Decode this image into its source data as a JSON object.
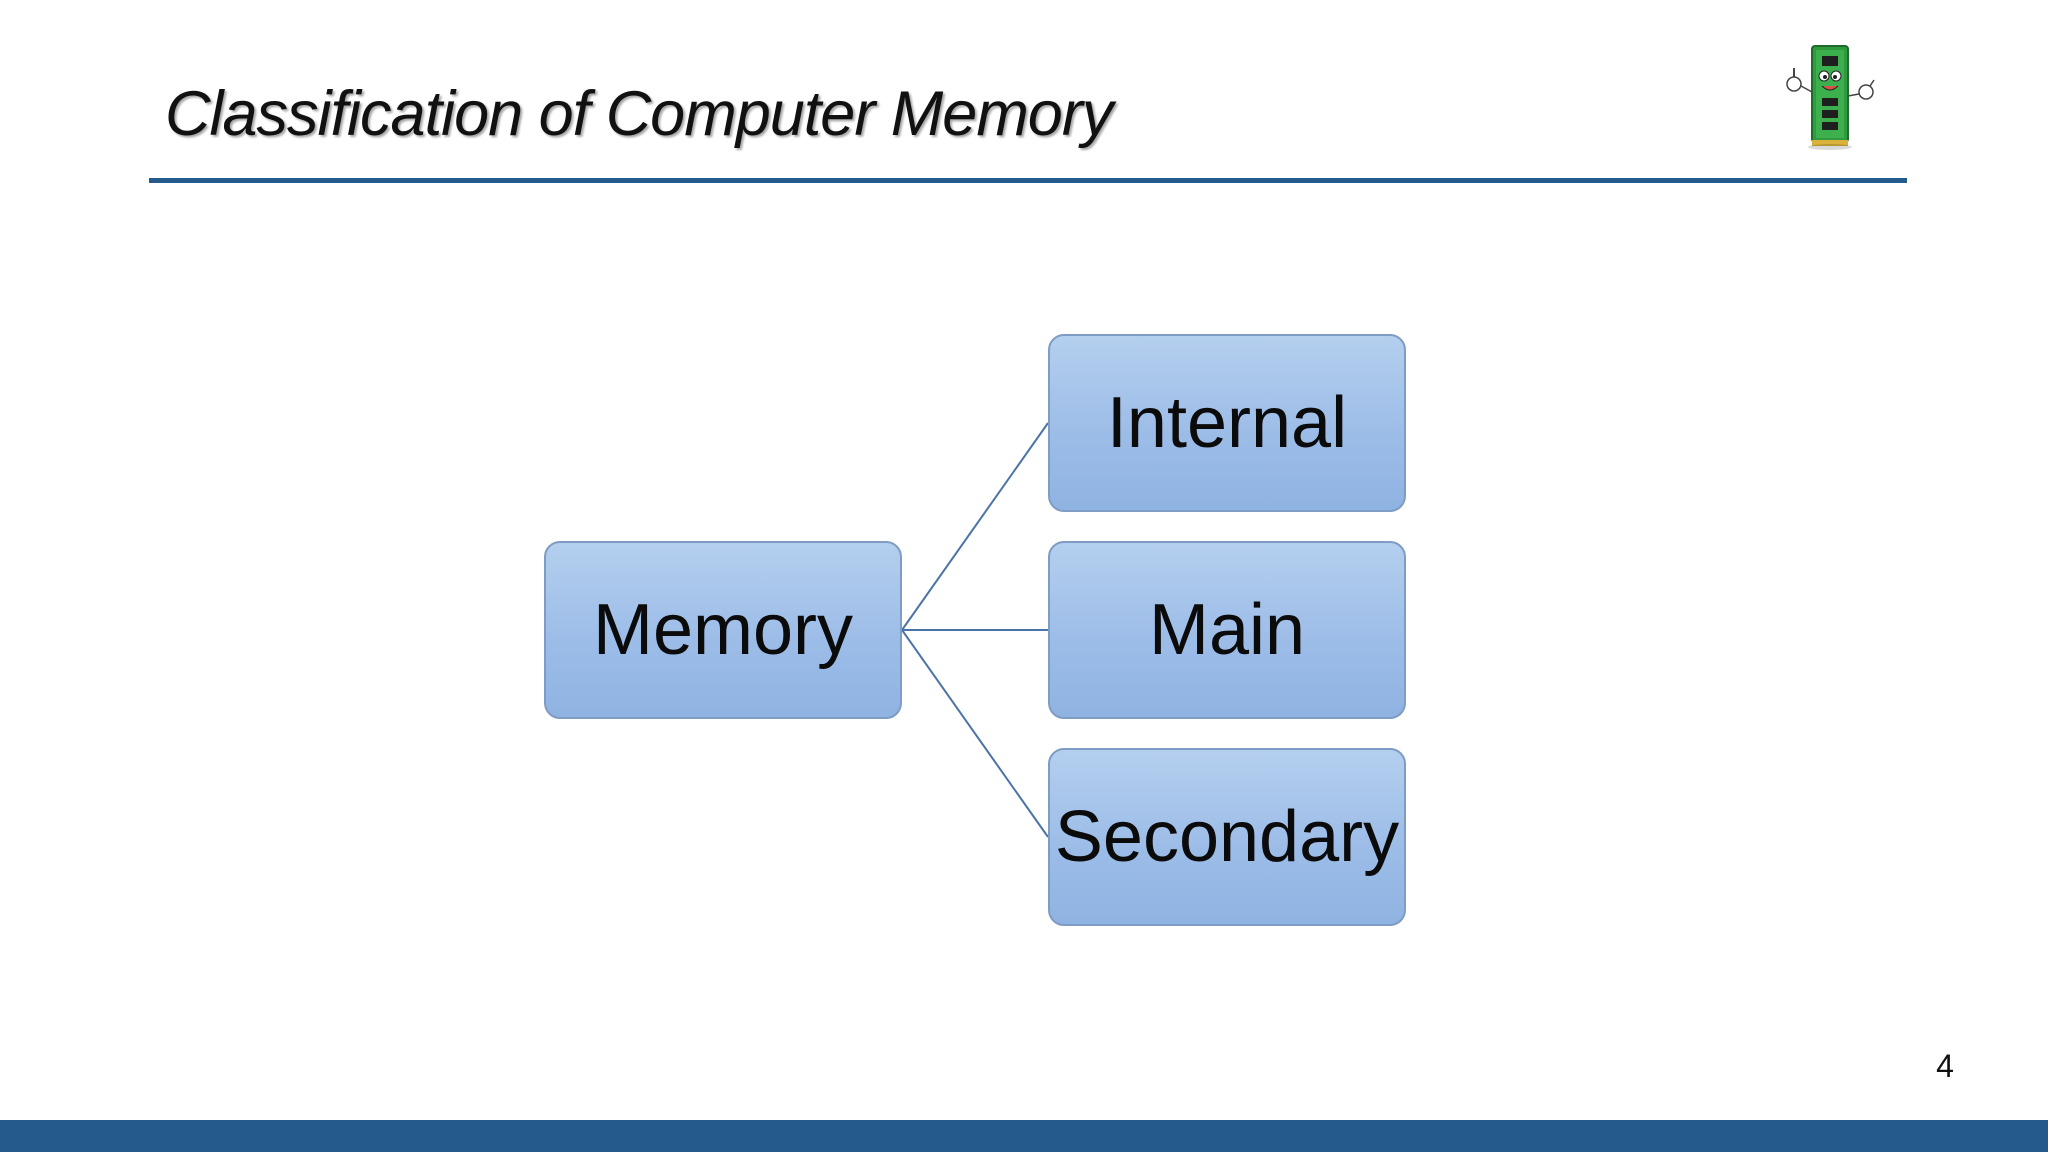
{
  "slide": {
    "title": "Classification of Computer Memory",
    "page_number": "4",
    "mascot_icon": "memory-stick-mascot-icon",
    "accent_color": "#255a8c"
  },
  "diagram": {
    "root": {
      "label": "Memory"
    },
    "children": [
      {
        "label": "Internal"
      },
      {
        "label": "Main"
      },
      {
        "label": "Secondary"
      }
    ],
    "node_fill": "#9dbde8",
    "connector_color": "#4a74a8"
  }
}
